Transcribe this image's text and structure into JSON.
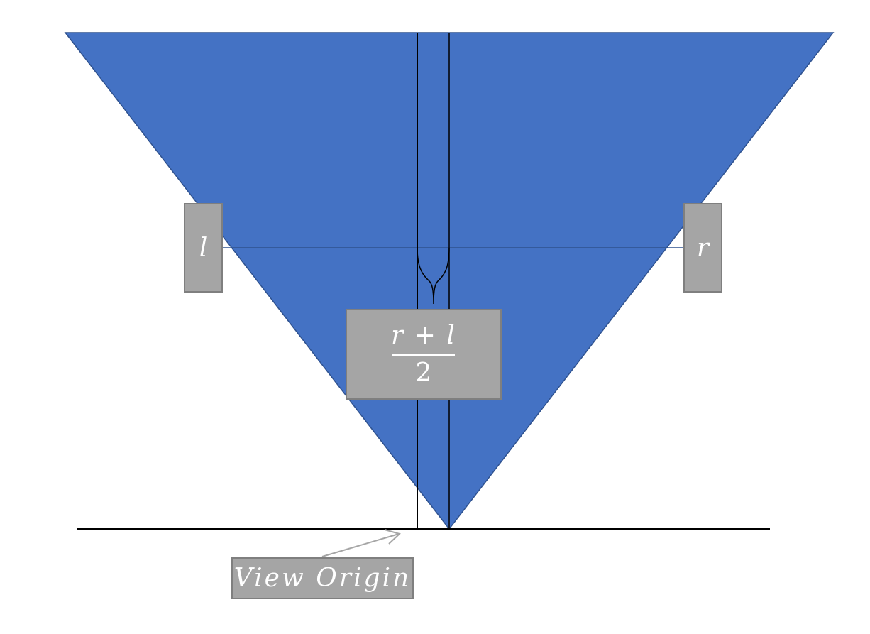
{
  "labels": {
    "left": "l",
    "right": "r",
    "fraction": {
      "r": "r",
      "plus": "+",
      "l": "l",
      "denominator": "2"
    },
    "view_origin": "View Origin"
  },
  "colors": {
    "frustum_fill": "#4472c4",
    "frustum_stroke": "#2f528f",
    "label_box_fill": "#a5a5a5",
    "label_box_border": "#7f7f7f",
    "label_text": "#ffffff",
    "line": "#000000",
    "arrow": "#a5a5a5"
  }
}
